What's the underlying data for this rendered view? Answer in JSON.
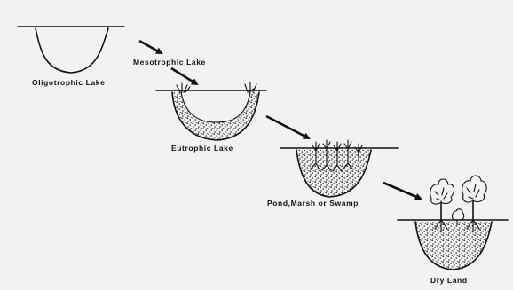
{
  "stages": [
    {
      "id": "oligotrophic",
      "label": "Oligotrophic Lake"
    },
    {
      "id": "mesotrophic",
      "label": "Mesotrophic Lake"
    },
    {
      "id": "eutrophic",
      "label": "Eutrophic Lake"
    },
    {
      "id": "pond",
      "label": "Pond,Marsh or Swamp"
    },
    {
      "id": "dry",
      "label": "Dry Land"
    }
  ],
  "colors": {
    "background": "#f2f2f2",
    "ink": "#111111"
  }
}
